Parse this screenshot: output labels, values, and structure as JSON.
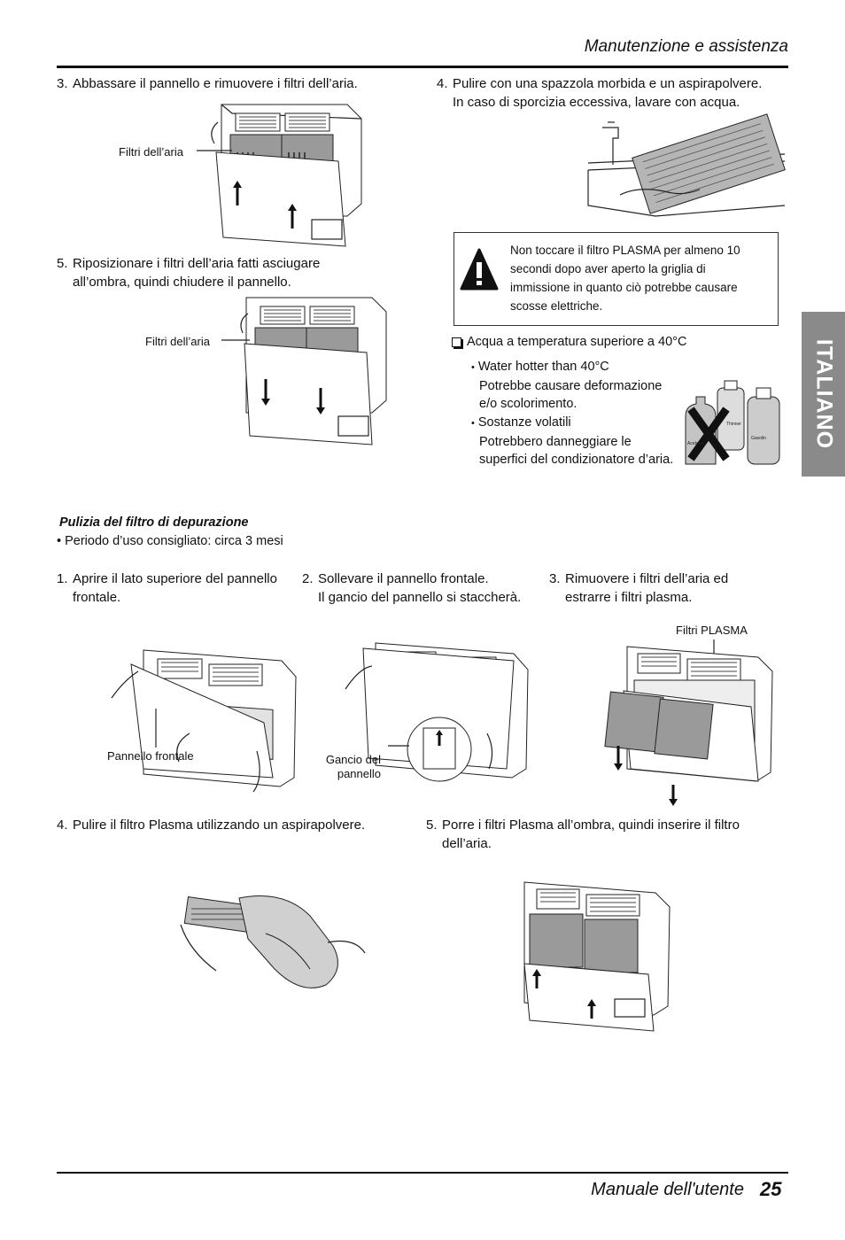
{
  "header": {
    "section_title": "Manutenzione e assistenza"
  },
  "side_tab": {
    "label": "ITALIANO"
  },
  "steps_top": {
    "step3": {
      "num": "3.",
      "text": "Abbassare il pannello e rimuovere i filtri dell’aria."
    },
    "step3_callout": "Filtri dell’aria",
    "step5_line1": {
      "num": "5.",
      "text": "Riposizionare i filtri dell’aria fatti asciugare"
    },
    "step5_line2": "all’ombra, quindi chiudere il pannello.",
    "step5_callout": "Filtri dell’aria",
    "step4_line1": {
      "num": "4.",
      "text": "Pulire con una spazzola morbida e un aspirapolvere."
    },
    "step4_line2": "In caso di sporcizia eccessiva, lavare con acqua."
  },
  "warning": {
    "line1": "Non toccare il filtro PLASMA per almeno 10",
    "line2": "secondi dopo aver aperto la griglia di",
    "line3": "immissione in quanto ciò potrebbe causare",
    "line4": "scosse elettriche."
  },
  "notes": {
    "heading": "Acqua a temperatura superiore a 40°C",
    "b1_line1": "Water hotter than 40°C",
    "b1_line2": "Potrebbe causare deformazione",
    "b1_line3": "e/o scolorimento.",
    "b2_line1": "Sostanze volatili",
    "b2_line2": "Potrebbero danneggiare le",
    "b2_line3": "superfici del condizionatore d’aria.",
    "bottle_label1": "Acetone",
    "bottle_label2": "Thinner",
    "bottle_label3": "Gasolin"
  },
  "purifier": {
    "title": "Pulizia del filtro di depurazione",
    "period": "• Periodo d’uso consigliato: circa 3 mesi",
    "s1": {
      "num": "1.",
      "line1": "Aprire il lato superiore del pannello",
      "line2": "frontale."
    },
    "s2": {
      "num": "2.",
      "line1": "Sollevare il pannello frontale.",
      "line2": "Il gancio del pannello si staccherà."
    },
    "s3": {
      "num": "3.",
      "line1": "Rimuovere i filtri dell’aria ed",
      "line2": "estrarre i filtri plasma."
    },
    "callout_panel": "Pannello frontale",
    "callout_hook1": "Gancio del",
    "callout_hook2": "pannello",
    "callout_plasma": "Filtri PLASMA",
    "s4": {
      "num": "4.",
      "text": "Pulire il filtro Plasma utilizzando un aspirapolvere."
    },
    "s5": {
      "num": "5.",
      "line1": "Porre i filtri Plasma all’ombra, quindi inserire il filtro",
      "line2": "dell’aria."
    }
  },
  "footer": {
    "manual": "Manuale dell'utente",
    "page": "25"
  }
}
